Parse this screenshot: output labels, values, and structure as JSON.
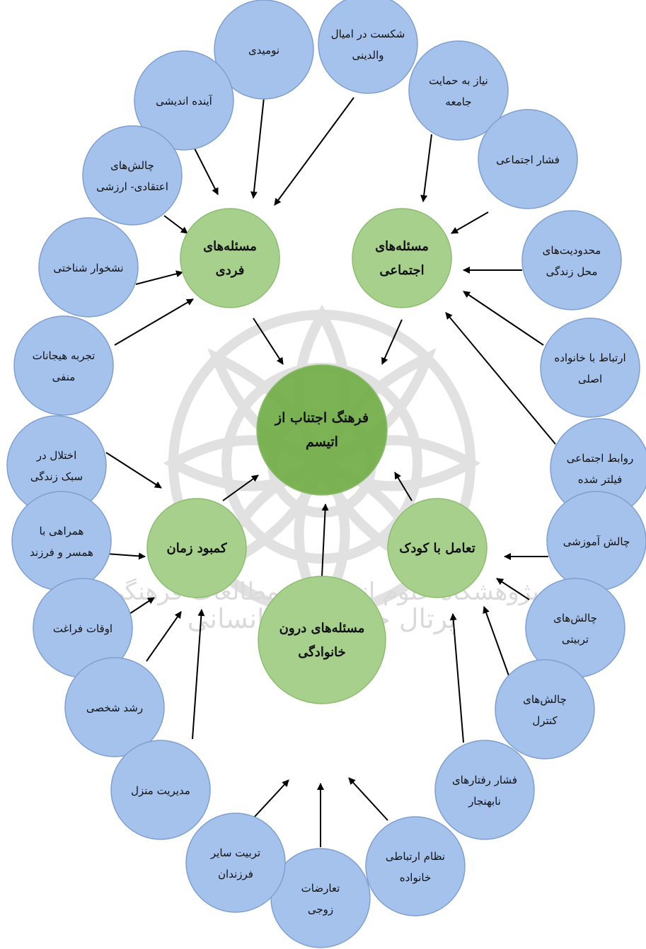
{
  "colors": {
    "blue_fill": "#a4c2ec",
    "blue_stroke": "#7f9fd0",
    "green_fill": "#a8d08d",
    "green_stroke": "#8cbd6e",
    "center_fill": "#70ad47",
    "arrow": "#000000",
    "watermark": "#c9c9c9"
  },
  "center": {
    "id": "center",
    "lines": [
      "فرهنگ اجتناب از",
      "اتیسم"
    ]
  },
  "categories": [
    {
      "id": "individual",
      "lines": [
        "مسئله‌های",
        "فردی"
      ]
    },
    {
      "id": "social",
      "lines": [
        "مسئله‌های",
        "اجتماعی"
      ]
    },
    {
      "id": "time",
      "lines": [
        "کمبود زمان"
      ]
    },
    {
      "id": "child",
      "lines": [
        "تعامل با کودک"
      ]
    },
    {
      "id": "family",
      "lines": [
        "مسئله‌های درون",
        "خانوادگی"
      ]
    }
  ],
  "factors": [
    {
      "id": "despair",
      "target": "individual",
      "lines": [
        "نومیدی"
      ]
    },
    {
      "id": "parental-desire",
      "target": "individual",
      "lines": [
        "شکست در امیال",
        "والدینی"
      ]
    },
    {
      "id": "future-thinking",
      "target": "individual",
      "lines": [
        "آینده اندیشی"
      ]
    },
    {
      "id": "belief-challenges",
      "target": "individual",
      "lines": [
        "چالش‌های",
        "اعتقادی- ارزشی"
      ]
    },
    {
      "id": "cognitive-feedback",
      "target": "individual",
      "lines": [
        "نشخوار شناختی"
      ]
    },
    {
      "id": "negative-emotions",
      "target": "individual",
      "lines": [
        "تجربه هیجانات",
        "منفی"
      ]
    },
    {
      "id": "community-support",
      "target": "social",
      "lines": [
        "نیاز به حمایت",
        "جامعه"
      ]
    },
    {
      "id": "social-pressure",
      "target": "social",
      "lines": [
        "فشار اجتماعی"
      ]
    },
    {
      "id": "living-limits",
      "target": "social",
      "lines": [
        "محدودیت‌های",
        "محل زندگی"
      ]
    },
    {
      "id": "original-family",
      "target": "social",
      "lines": [
        "ارتباط با خانواده",
        "اصلی"
      ]
    },
    {
      "id": "filtered-relations",
      "target": "social",
      "lines": [
        "روابط اجتماعی",
        "فیلتر شده"
      ]
    },
    {
      "id": "lifestyle-disorder",
      "target": "time",
      "lines": [
        "اختلال در",
        "سبک زندگی"
      ]
    },
    {
      "id": "spouse-child",
      "target": "time",
      "lines": [
        "همراهی با",
        "همسر و فرزند"
      ]
    },
    {
      "id": "leisure",
      "target": "time",
      "lines": [
        "اوقات فراغت"
      ]
    },
    {
      "id": "personal-growth",
      "target": "time",
      "lines": [
        "رشد شخصی"
      ]
    },
    {
      "id": "home-management",
      "target": "time",
      "lines": [
        "مدیریت منزل"
      ]
    },
    {
      "id": "educational",
      "target": "child",
      "lines": [
        "چالش آموزشی"
      ]
    },
    {
      "id": "upbringing",
      "target": "child",
      "lines": [
        "چالش‌های",
        "تربیتی"
      ]
    },
    {
      "id": "control",
      "target": "child",
      "lines": [
        "چالش‌های",
        "کنترل"
      ]
    },
    {
      "id": "abnormal-behavior",
      "target": "child",
      "lines": [
        "فشار رفتارهای",
        "نابهنجار"
      ]
    },
    {
      "id": "communication-system",
      "target": "family",
      "lines": [
        "نظام ارتباطی",
        "خانواده"
      ]
    },
    {
      "id": "marital-conflicts",
      "target": "family",
      "lines": [
        "تعارضات",
        "زوجی"
      ]
    },
    {
      "id": "other-children",
      "target": "family",
      "lines": [
        "تربیت سایر",
        "فرزندان"
      ]
    }
  ],
  "watermark": {
    "line1": "پژوهشگاه علوم انسانی و مطالعات فرهنگی",
    "line2": "پرتال جامع علوم انسانی"
  }
}
